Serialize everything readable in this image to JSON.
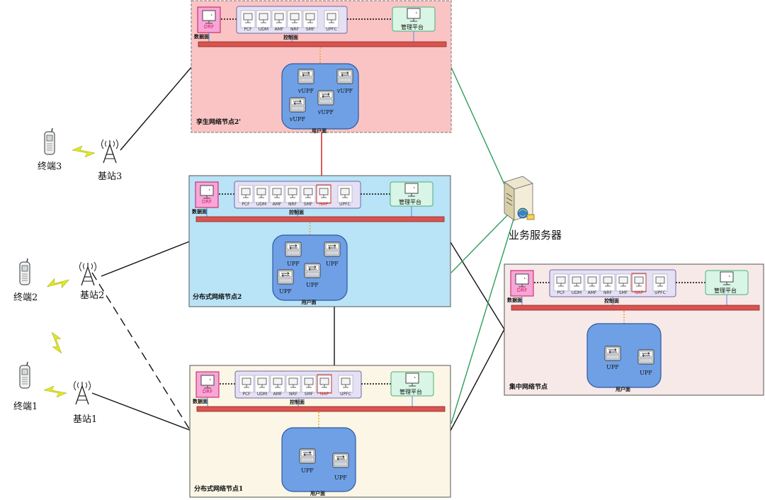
{
  "nodes": {
    "twin": {
      "name": "孪生网络节点2'",
      "data_plane": "数据面",
      "control_plane": "控制面",
      "user_plane": "用户面",
      "mgmt": "管理平台",
      "drf": "DRF",
      "nfs": [
        "PCF",
        "UDM",
        "AMF",
        "NRF",
        "SMF",
        "UPFC"
      ],
      "upfs": [
        "vUPF",
        "vUPF",
        "vUPF",
        "vUPF"
      ]
    },
    "dist2": {
      "name": "分布式网络节点2",
      "data_plane": "数据面",
      "control_plane": "控制面",
      "user_plane": "用户面",
      "mgmt": "管理平台",
      "drf": "DRF",
      "nfs": [
        "PCF",
        "UDM",
        "AMF",
        "NRF",
        "SMF",
        "NAP",
        "UPFC"
      ],
      "upfs": [
        "UPF",
        "UPF",
        "UPF",
        "UPF"
      ]
    },
    "dist1": {
      "name": "分布式网络节点1",
      "data_plane": "数据面",
      "control_plane": "控制面",
      "user_plane": "用户面",
      "mgmt": "管理平台",
      "drf": "DRF",
      "nfs": [
        "PCF",
        "UDM",
        "AMF",
        "NRF",
        "SMF",
        "NAP",
        "UPFC"
      ],
      "upfs": [
        "UPF",
        "UPF"
      ]
    },
    "central": {
      "name": "集中网络节点",
      "data_plane": "数据面",
      "control_plane": "控制面",
      "user_plane": "用户面",
      "mgmt": "管理平台",
      "drf": "DRF",
      "nfs": [
        "PCF",
        "UDM",
        "AMF",
        "NRF",
        "SMF",
        "NAP",
        "UPFC"
      ],
      "upfs": [
        "UPF",
        "UPF"
      ]
    }
  },
  "terminals": [
    "终端3",
    "终端2",
    "终端1"
  ],
  "base_stations": [
    "基站3",
    "基站2",
    "基站1"
  ],
  "server": "业务服务器",
  "colors": {
    "twin_bg": "#fbc4c4",
    "dist2_bg": "#b9e3f6",
    "dist1_bg": "#fbf6e6",
    "central_bg": "#f8e9e9",
    "user_plane": "#6fa0e6",
    "bus": "#d9534f",
    "green_link": "#2e9e5b",
    "red_link": "#d63031"
  }
}
